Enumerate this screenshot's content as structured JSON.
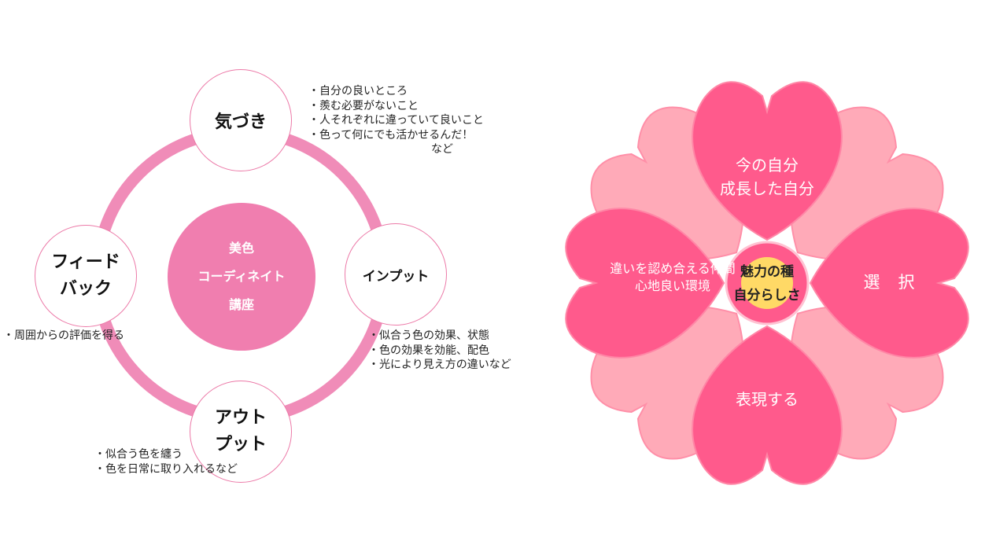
{
  "cycle": {
    "center": [
      "美色",
      "コーディネイト",
      "講座"
    ],
    "nodes": {
      "awareness": "気づき",
      "input": "インプット",
      "output": [
        "アウト",
        "プット"
      ],
      "feedback": [
        "フィード",
        "バック"
      ]
    },
    "notes": {
      "awareness": [
        "・自分の良いところ",
        "・羨む必要がないこと",
        "・人それぞれに違っていて良いこと",
        "・色って何にでも活かせるんだ！"
      ],
      "awareness_etc": "など",
      "input": [
        "・似合う色の効果、状態",
        "・色の効果を効能、配色",
        "・光により見え方の違いなど"
      ],
      "output": [
        "・似合う色を纏う",
        "・色を日常に取り入れるなど"
      ],
      "feedback": [
        "・周囲からの評価を得る"
      ]
    }
  },
  "flower": {
    "top": [
      "今の自分",
      "成長した自分"
    ],
    "left": [
      "違いを認め合える仲間",
      "心地良い環境"
    ],
    "right": [
      "選",
      "択"
    ],
    "bottom": "表現する",
    "center": [
      "魅力の種",
      "自分らしさ"
    ]
  },
  "colors": {
    "ring": "#f08cb8",
    "center_fill": "#f07eaf",
    "petal_back": "#ffaab8",
    "petal_front": "#ff5a8c",
    "center_seed": "#ffd966"
  }
}
